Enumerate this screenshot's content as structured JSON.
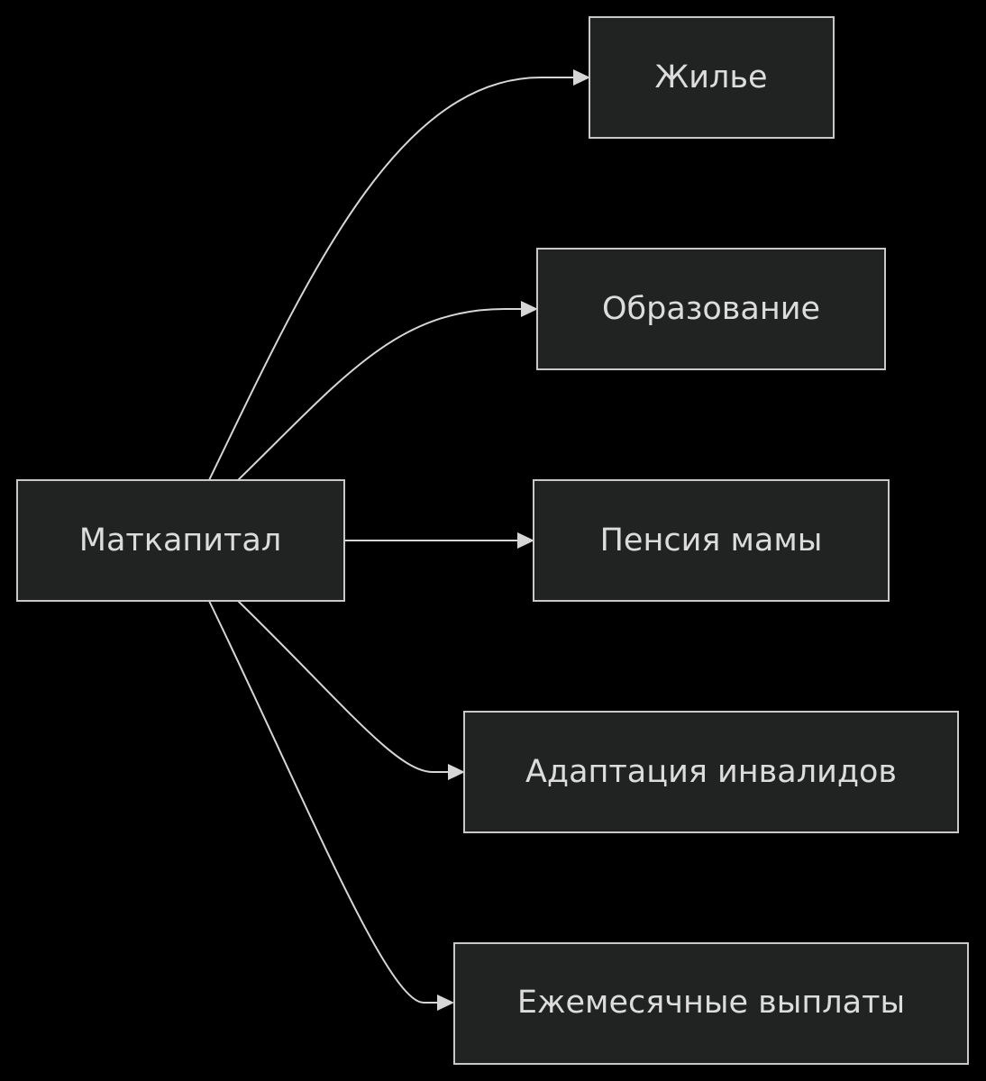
{
  "diagram": {
    "source": {
      "id": "matkapital",
      "label": "Маткапитал"
    },
    "targets": [
      {
        "id": "housing",
        "label": "Жилье"
      },
      {
        "id": "education",
        "label": "Образование"
      },
      {
        "id": "mother-pension",
        "label": "Пенсия мамы"
      },
      {
        "id": "disabled-adaptation",
        "label": "Адаптация инвалидов"
      },
      {
        "id": "monthly-payments",
        "label": "Ежемесячные выплаты"
      }
    ],
    "edges": [
      {
        "from": "matkapital",
        "to": "housing"
      },
      {
        "from": "matkapital",
        "to": "education"
      },
      {
        "from": "matkapital",
        "to": "mother-pension"
      },
      {
        "from": "matkapital",
        "to": "disabled-adaptation"
      },
      {
        "from": "matkapital",
        "to": "monthly-payments"
      }
    ],
    "colors": {
      "background": "#000000",
      "node_fill": "#212322",
      "node_stroke": "#c8c8c8",
      "text": "#dcdcdc",
      "edge": "#d6d6d6"
    }
  }
}
